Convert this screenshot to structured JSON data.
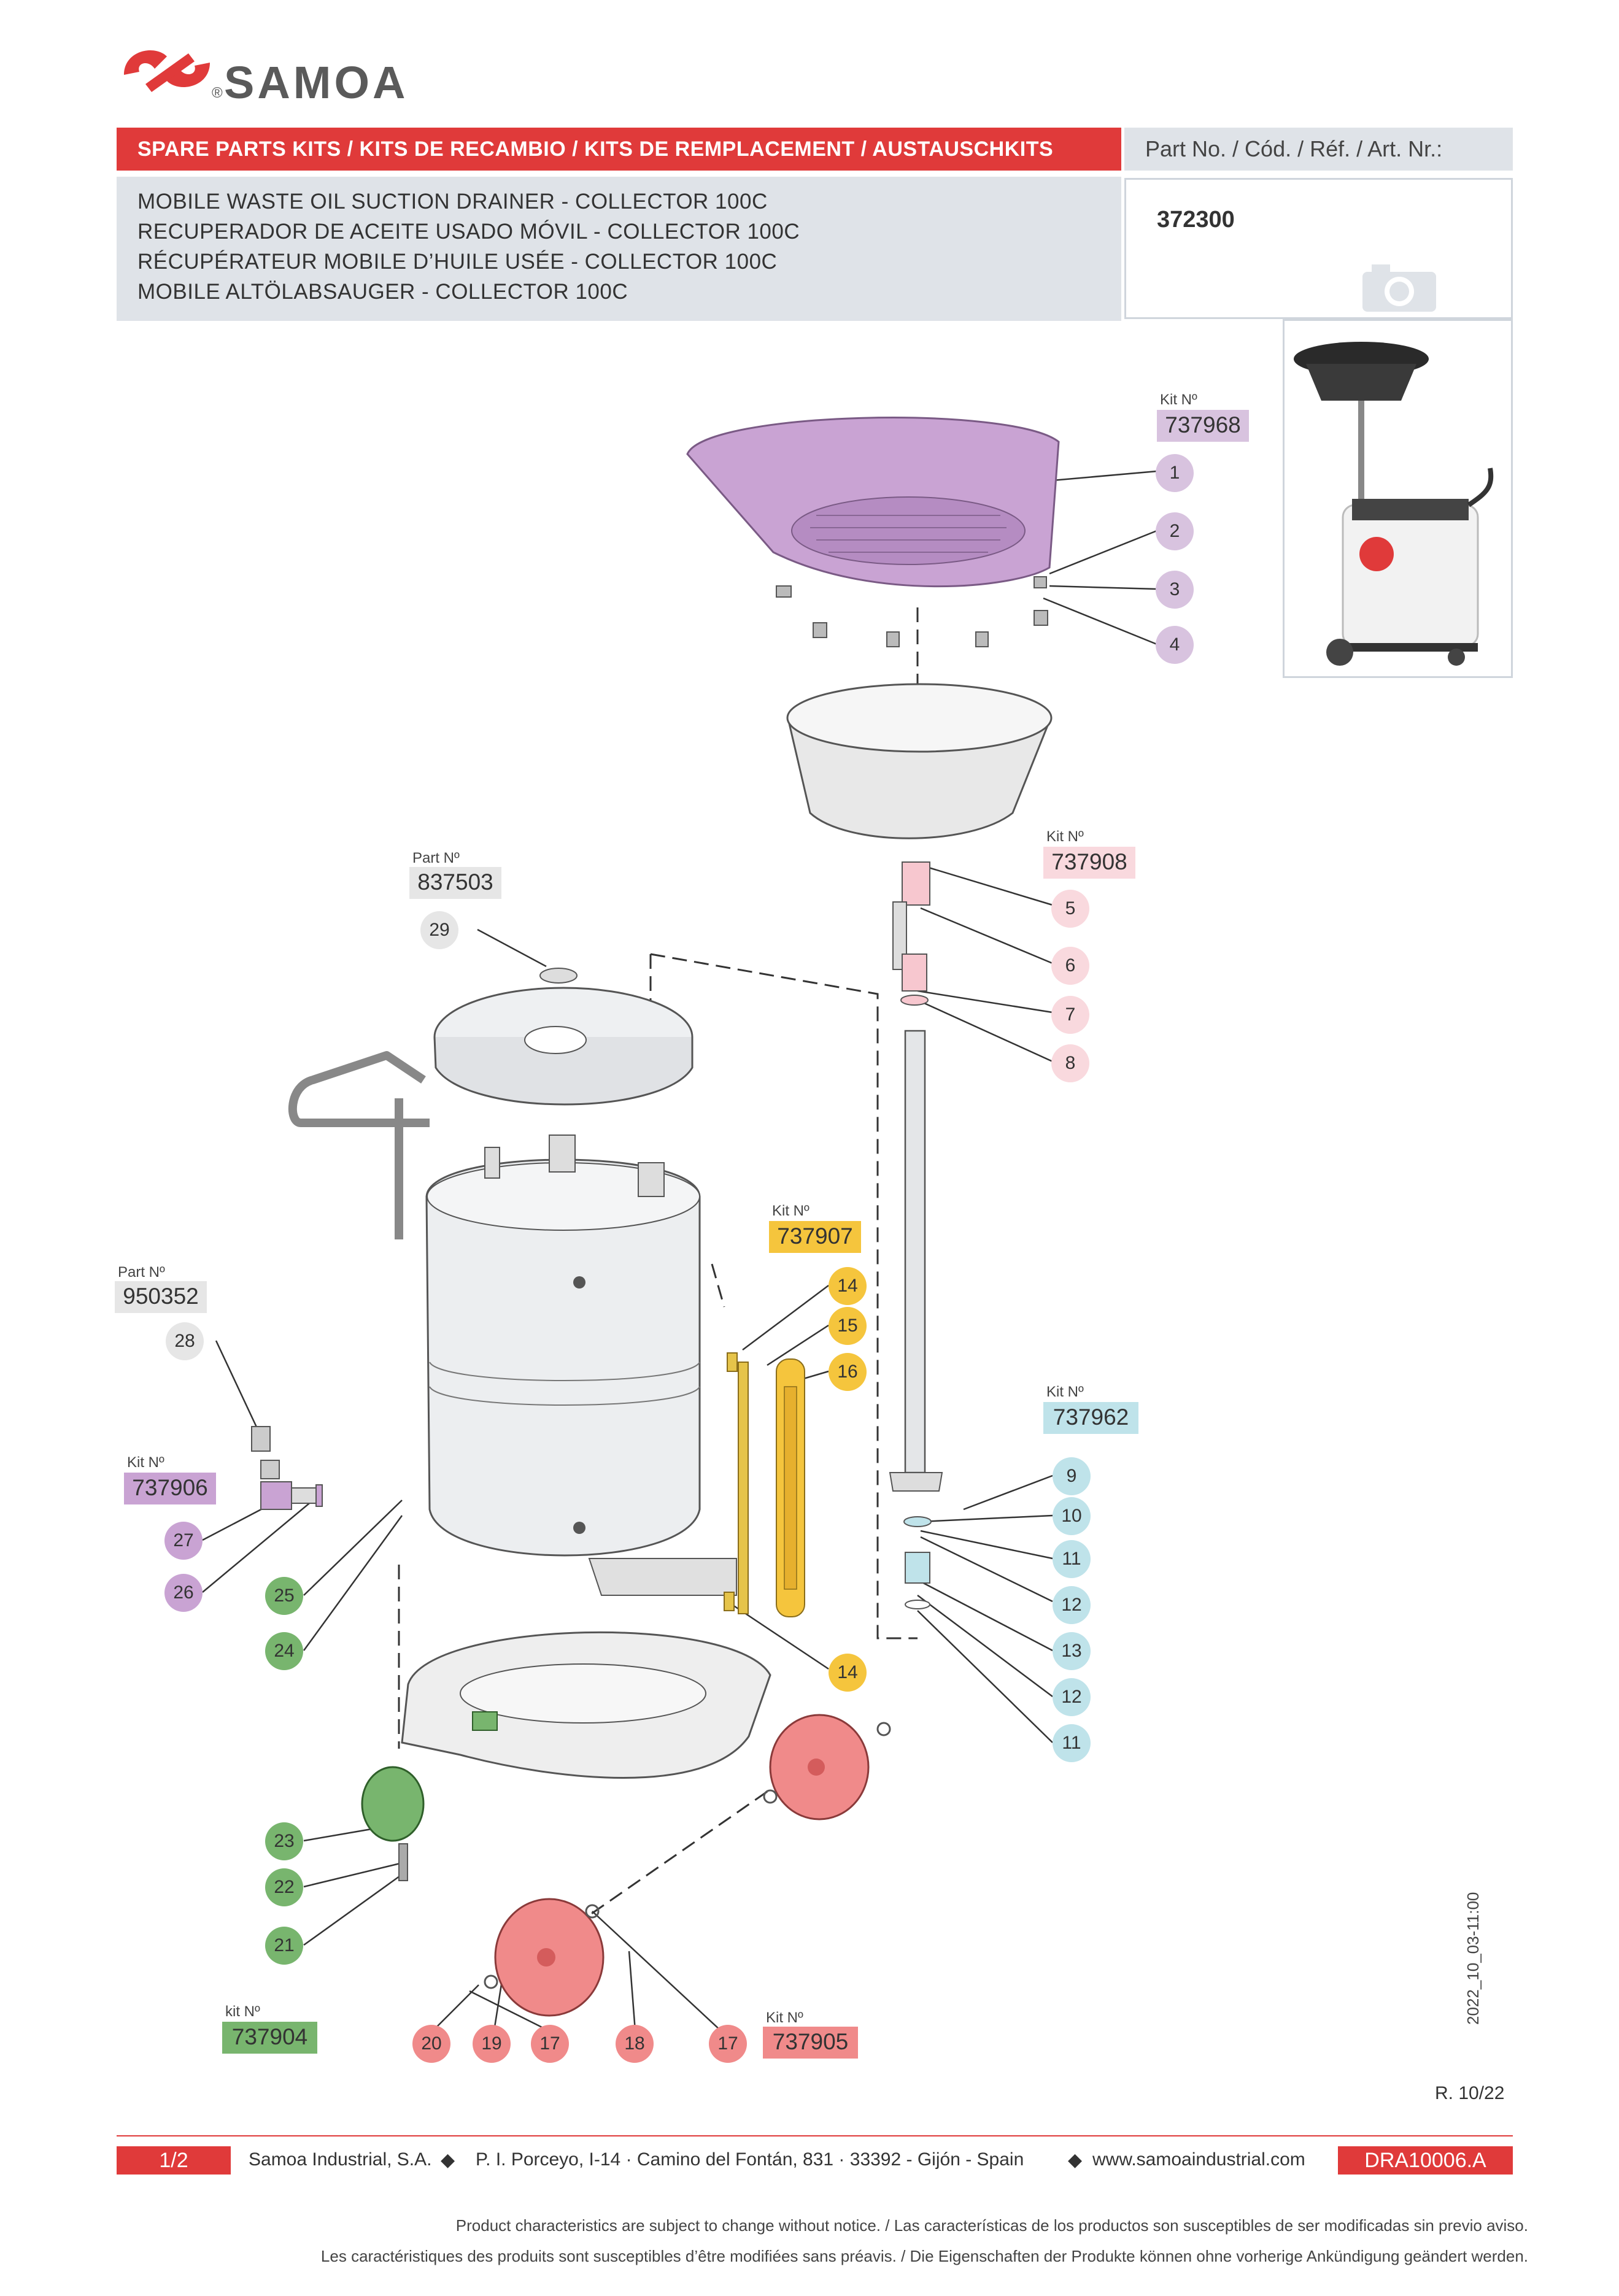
{
  "brand": {
    "name": "SAMOA",
    "reg_mark": "®"
  },
  "header": {
    "kits_title": "SPARE PARTS KITS / KITS DE RECAMBIO / KITS DE REMPLACEMENT / AUSTAUSCHKITS",
    "part_no_label": "Part No. / Cód. / Réf. / Art. Nr.:",
    "part_no": "372300",
    "product_lines": [
      "MOBILE WASTE OIL SUCTION DRAINER - COLLECTOR 100C",
      "RECUPERADOR DE ACEITE USADO MÓVIL - COLLECTOR 100C",
      "RÉCUPÉRATEUR MOBILE D’HUILE USÉE - COLLECTOR 100C",
      "MOBILE ALTÖLABSAUGER - COLLECTOR 100C"
    ]
  },
  "colors": {
    "accent_red": "#e03a3a",
    "purple": "#c9a3d3",
    "pink": "#f7c7cf",
    "light_grey": "#e3e3e3",
    "yellow": "#f5c53d",
    "cyan": "#bfe3ea",
    "green": "#78b56e",
    "salmon": "#f08a8a"
  },
  "labels": {
    "kit1": {
      "prefix": "Kit Nº",
      "code": "737968"
    },
    "kit2": {
      "prefix": "Kit Nº",
      "code": "737908"
    },
    "part29": {
      "prefix": "Part Nº",
      "code": "837503"
    },
    "kit3": {
      "prefix": "Kit Nº",
      "code": "737907"
    },
    "part28": {
      "prefix": "Part Nº",
      "code": "950352"
    },
    "kit4": {
      "prefix": "Kit Nº",
      "code": "737962"
    },
    "kit5": {
      "prefix": "Kit Nº",
      "code": "737906"
    },
    "kit6": {
      "prefix": "kit Nº",
      "code": "737904"
    },
    "kit7": {
      "prefix": "Kit Nº",
      "code": "737905"
    }
  },
  "callouts": {
    "c1": "1",
    "c2": "2",
    "c3": "3",
    "c4": "4",
    "c5": "5",
    "c6": "6",
    "c7": "7",
    "c8": "8",
    "c29": "29",
    "c14a": "14",
    "c15": "15",
    "c16": "16",
    "c14b": "14",
    "c28": "28",
    "c9": "9",
    "c10": "10",
    "c11a": "11",
    "c12a": "12",
    "c13": "13",
    "c12b": "12",
    "c11b": "11",
    "c27": "27",
    "c26": "26",
    "c25": "25",
    "c24": "24",
    "c23": "23",
    "c22": "22",
    "c21": "21",
    "c20": "20",
    "c19": "19",
    "c17a": "17",
    "c18": "18",
    "c17b": "17"
  },
  "date_stamp": "2022_10_03-11:00",
  "revision": "R. 10/22",
  "footer": {
    "page": "1/2",
    "company": "Samoa Industrial, S.A.",
    "address": "P. I. Porceyo,  I-14 · Camino del Fontán, 831 · 33392 - Gijón - Spain",
    "website": "www.samoaindustrial.com",
    "doc_code": "DRA10006.A",
    "separator": "◆"
  },
  "disclaimer": [
    "Product characteristics are subject to change without notice. / Las características de los productos son susceptibles de ser modificadas sin previo aviso.",
    "Les caractéristiques des produits sont susceptibles d’être modifiées sans préavis. / Die Eigenschaften der Produkte können ohne vorherige Ankündigung geändert werden."
  ]
}
